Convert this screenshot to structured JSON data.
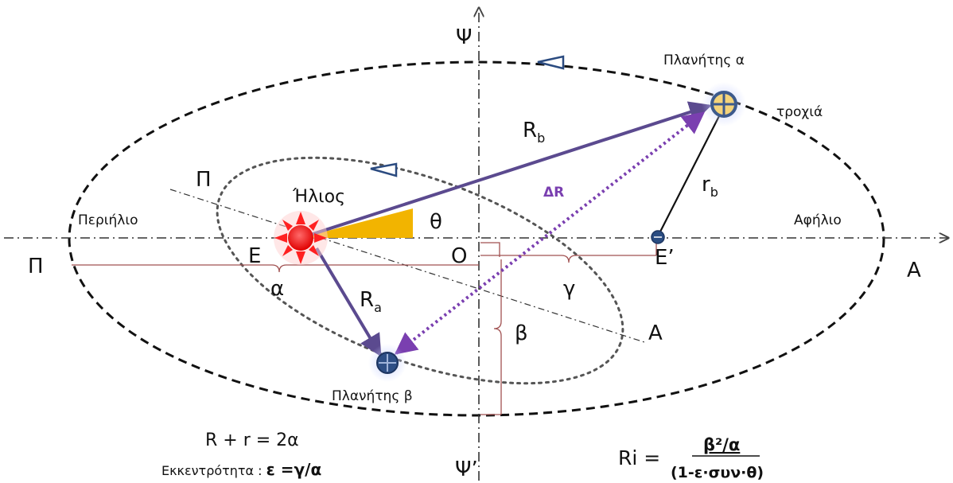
{
  "labels": {
    "psi_top": "Ψ",
    "psi_bottom": "Ψ’",
    "planet_a": "Πλανήτης α",
    "planet_b": "Πλανήτης β",
    "orbit": "τροχιά",
    "sun": "Ήλιος",
    "perihelion": "Περιήλιο",
    "aphelion": "Αφήλιο",
    "pi_left": "Π",
    "pi_tilted": "Π",
    "a_right": "Α",
    "a_tilted": "Α",
    "focus_e": "Ε",
    "focus_e_prime": "Ε’",
    "center_o": "Ο",
    "theta": "θ",
    "alpha": "α",
    "gamma": "γ",
    "beta": "β",
    "rb_main": "R",
    "rb_sub": "b",
    "ra_main": "R",
    "ra_sub": "a",
    "r_small_main": "r",
    "r_small_sub": "b",
    "delta_r": "ΔR"
  },
  "formulas": {
    "sum": "R + r = 2α",
    "eccentricity_prefix": "Εκκεντρότητα : ",
    "eccentricity_value": "ε =γ/α",
    "ri_lhs": "Ri =",
    "ri_numerator": "β²/α",
    "ri_denominator": "(1-ε·συν·θ)"
  },
  "colors": {
    "vector": "#5b4a8f",
    "delta_r": "#7a3fb0",
    "sun": "#ff1a1a",
    "angle_fill": "#f2b400",
    "planet": "#3d5a8c",
    "bracket": "#a05050",
    "axis": "#333333"
  }
}
